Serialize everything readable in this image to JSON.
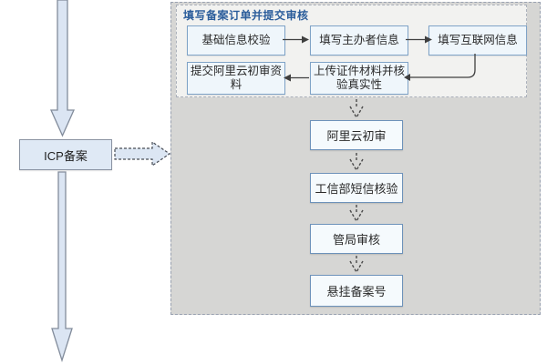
{
  "diagram": {
    "left_flow": {
      "node_label": "ICP备案",
      "incoming_arrow": "down-block-arrow",
      "outgoing_arrow": "down-block-arrow",
      "link_to_panel": "dashed-right-block-arrow"
    },
    "order_group": {
      "title": "填写备案订单并提交审核",
      "steps_row1": [
        "基础信息校验",
        "填写主办者信息",
        "填写互联网信息"
      ],
      "steps_row2": [
        "提交阿里云初审资料",
        "上传证件材料并核验真实性"
      ]
    },
    "review_steps": [
      "阿里云初审",
      "工信部短信核验",
      "管局审核",
      "悬挂备案号"
    ]
  },
  "colors": {
    "panel_bg": "#d6d6d4",
    "panel_border": "#99a1b0",
    "group_bg": "#f2f2f0",
    "group_border": "#abb1bb",
    "group_title": "#2b5d9b",
    "small_box_fill": "#eff6fb",
    "small_box_border": "#7fa3c7",
    "step_box_fill": "#f5fafd",
    "step_box_border": "#6d92ba",
    "block_arrow_fill": "#dbe5f3",
    "block_arrow_border": "#828c9b",
    "connector": "#3f3f3f"
  }
}
